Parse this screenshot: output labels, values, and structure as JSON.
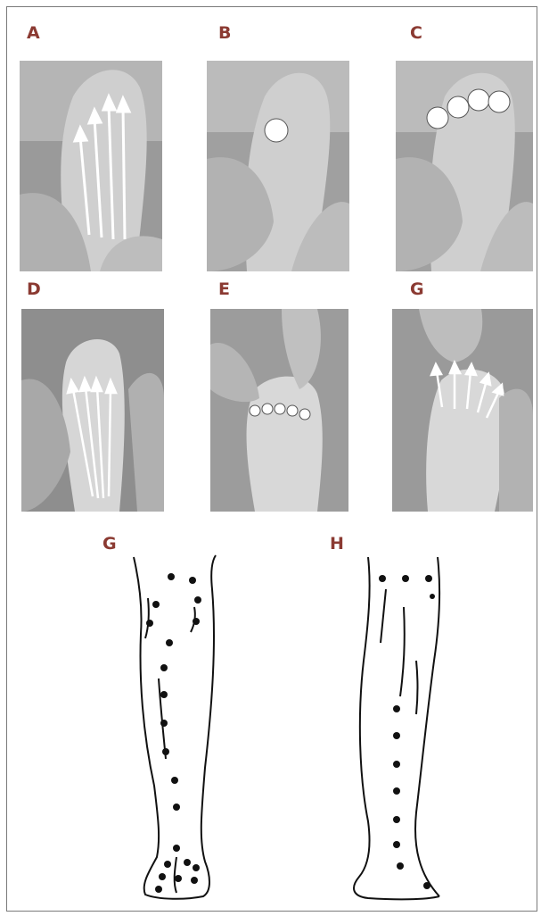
{
  "panels": {
    "a": {
      "label": "A"
    },
    "b": {
      "label": "B"
    },
    "c": {
      "label": "C"
    },
    "d": {
      "label": "D"
    },
    "e": {
      "label": "E"
    },
    "f": {
      "label": "G"
    },
    "g": {
      "label": "G"
    },
    "h": {
      "label": "H"
    }
  },
  "colors": {
    "label": "#8b3a32",
    "border": "#7a7a7a",
    "photo_bg": "#8a8a8a",
    "skin": "#c9c9c9",
    "marker": "#ffffff",
    "ink": "#111111"
  }
}
